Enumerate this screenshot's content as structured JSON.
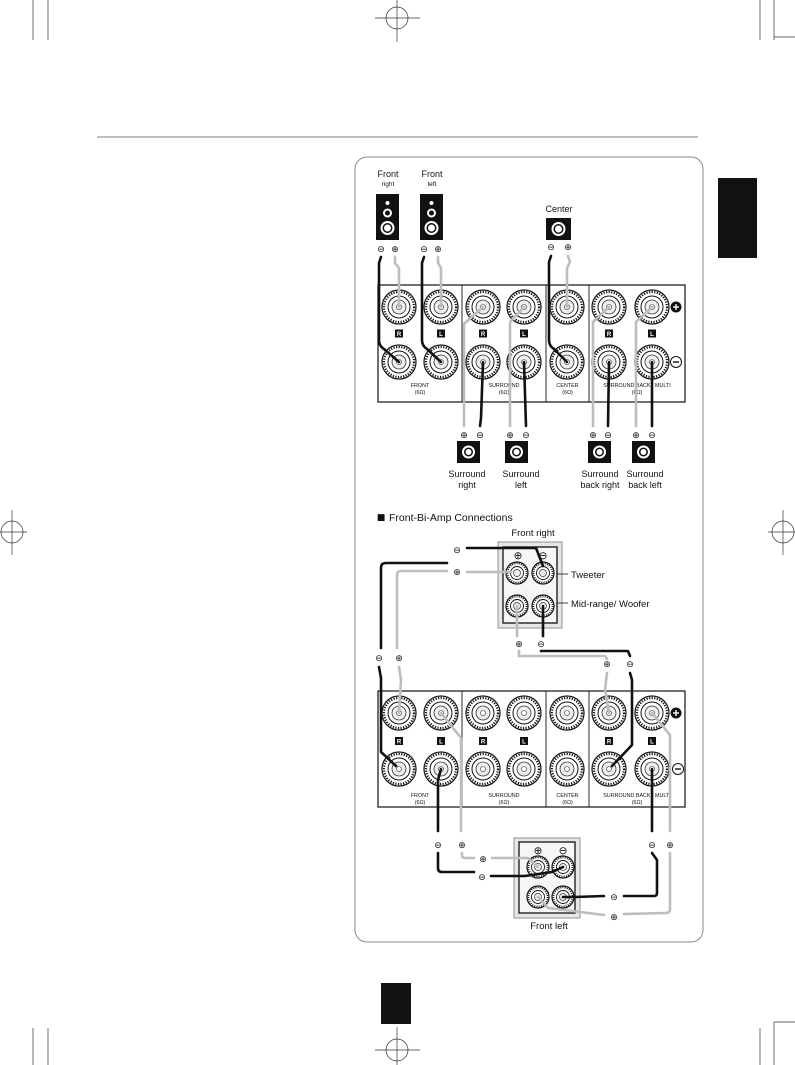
{
  "symbols": {
    "plus": "⊕",
    "minus": "⊖",
    "bullet": "■"
  },
  "top_diagram": {
    "front_right": {
      "line1": "Front",
      "line2": "right"
    },
    "front_left": {
      "line1": "Front",
      "line2": "left"
    },
    "center": "Center",
    "surround_right": {
      "line1": "Surround",
      "line2": "right"
    },
    "surround_left": {
      "line1": "Surround",
      "line2": "left"
    },
    "surround_back_right": {
      "line1": "Surround",
      "line2": "back right"
    },
    "surround_back_left": {
      "line1": "Surround",
      "line2": "back left"
    }
  },
  "receiver_panel": {
    "channel_r": "R",
    "channel_l": "L",
    "sections": {
      "front": "FRONT",
      "surround": "SURROUND",
      "center": "CENTER",
      "surround_back": "SURROUND BACK / MULTI"
    },
    "impedance": "(6Ω)"
  },
  "bi_amp_diagram": {
    "heading": "Front-Bi-Amp Connections",
    "front_right": "Front right",
    "tweeter": "Tweeter",
    "mid_woofer": "Mid-range/ Woofer",
    "front_left": "Front left"
  },
  "colors": {
    "wire_negative": "#111111",
    "wire_positive": "#bdbdbd",
    "tab": "#111111"
  }
}
